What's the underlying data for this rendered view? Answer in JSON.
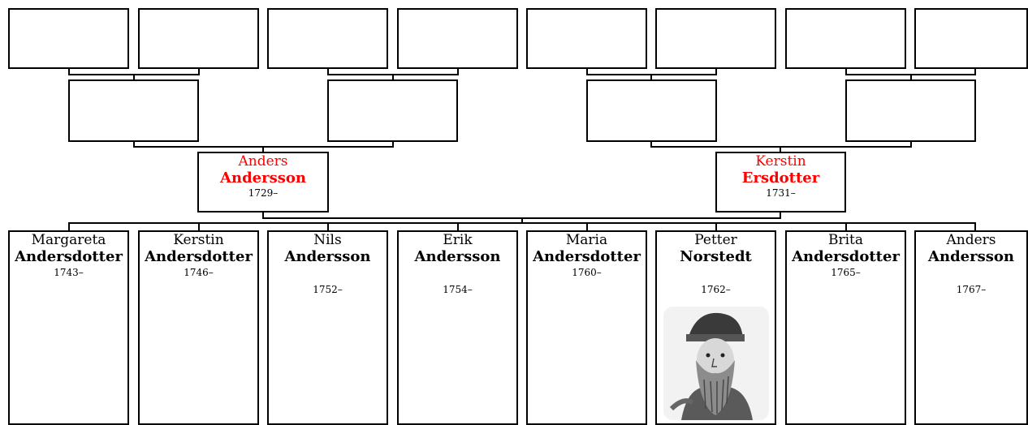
{
  "colors": {
    "parent_text": "#ff0000",
    "border": "#000000"
  },
  "parents": [
    {
      "given": "Anders",
      "surname": "Andersson",
      "years": "1729–"
    },
    {
      "given": "Kerstin",
      "surname": "Ersdotter",
      "years": "1731–"
    }
  ],
  "children": [
    {
      "given": "Margareta",
      "surname": "Andersdotter",
      "years": "1743–"
    },
    {
      "given": "Kerstin",
      "surname": "Andersdotter",
      "years": "1746–"
    },
    {
      "given": "Nils",
      "surname": "Andersson",
      "years": "1752–"
    },
    {
      "given": "Erik",
      "surname": "Andersson",
      "years": "1754–"
    },
    {
      "given": "Maria",
      "surname": "Andersdotter",
      "years": "1760–"
    },
    {
      "given": "Petter",
      "surname": "Norstedt",
      "years": "1762–",
      "photo": "portrait-engraving"
    },
    {
      "given": "Brita",
      "surname": "Andersdotter",
      "years": "1765–"
    },
    {
      "given": "Anders",
      "surname": "Andersson",
      "years": "1767–"
    }
  ]
}
